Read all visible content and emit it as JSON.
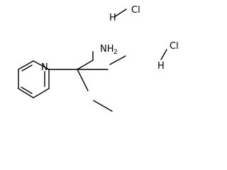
{
  "molecule": {
    "amine_group": {
      "main": "NH",
      "subscript": "2"
    },
    "ring_nitrogen": "N",
    "hcl_1": {
      "hydrogen": "H",
      "chlorine": "Cl"
    },
    "hcl_2": {
      "hydrogen": "H",
      "chlorine": "Cl"
    }
  }
}
